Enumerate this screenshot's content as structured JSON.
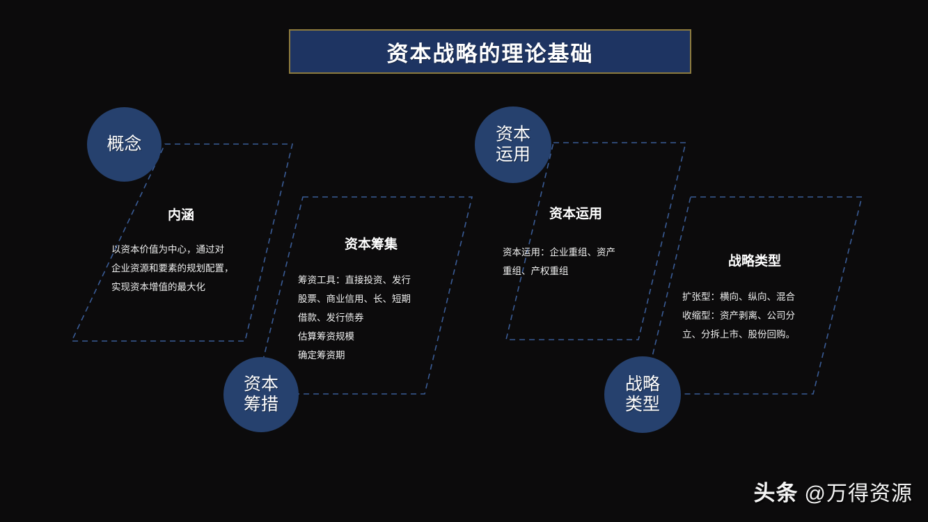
{
  "slide": {
    "background_color": "#0c0b0c",
    "accent_color": "#26416e",
    "title_border_color": "#8d7b3e",
    "dash_color": "#3a5c96"
  },
  "title": {
    "text": "资本战略的理论基础"
  },
  "circles": [
    {
      "id": "circle-1",
      "label": "概念"
    },
    {
      "id": "circle-2",
      "label": "资本\n筹措"
    },
    {
      "id": "circle-3",
      "label": "资本\n运用"
    },
    {
      "id": "circle-4",
      "label": "战略\n类型"
    }
  ],
  "blocks": [
    {
      "id": "block-1",
      "heading": "内涵",
      "body": "以资本价值为中心，通过对\n企业资源和要素的规划配置，\n实现资本增值的最大化"
    },
    {
      "id": "block-2",
      "heading": "资本筹集",
      "body": "筹资工具：直接投资、发行\n股票、商业信用、长、短期\n借款、发行债券\n估算筹资规模\n确定筹资期"
    },
    {
      "id": "block-3",
      "heading": "资本运用",
      "body": "资本运用：企业重组、资产\n重组、产权重组"
    },
    {
      "id": "block-4",
      "heading": "战略类型",
      "body": "扩张型：横向、纵向、混合\n收缩型：资产剥离、公司分\n立、分拆上市、股份回购。"
    }
  ],
  "watermark": {
    "brand": "头条",
    "handle": "@万得资源"
  }
}
